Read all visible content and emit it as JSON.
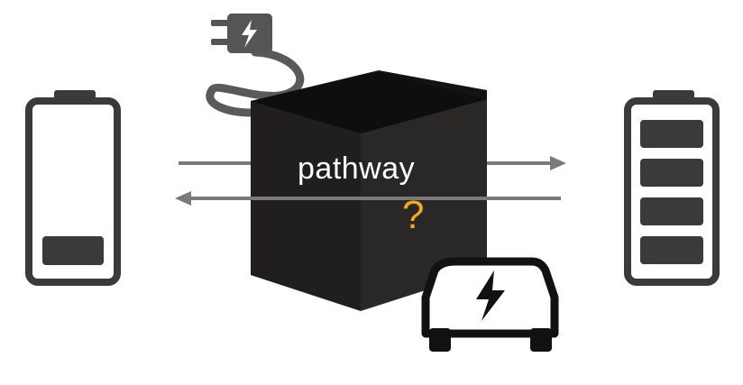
{
  "labels": {
    "pathway": "pathway",
    "question": "?"
  },
  "icons": {
    "plug": "plug-icon",
    "car": "electric-car-icon",
    "battery_low": "battery-low-icon",
    "battery_full": "battery-full-icon",
    "cube": "black-box-cube"
  },
  "colors": {
    "cube_front": "#2a2727",
    "cube_top": "#141212",
    "cube_side": "#0e0d0d",
    "arrow": "#7a7a7a",
    "battery_outline": "#3a3a3a",
    "question": "#f5a623",
    "plug": "#5a5a5a"
  },
  "battery_low": {
    "charge_level_cells": 1,
    "total_cells": 4
  },
  "battery_full": {
    "charge_level_cells": 4,
    "total_cells": 4
  }
}
